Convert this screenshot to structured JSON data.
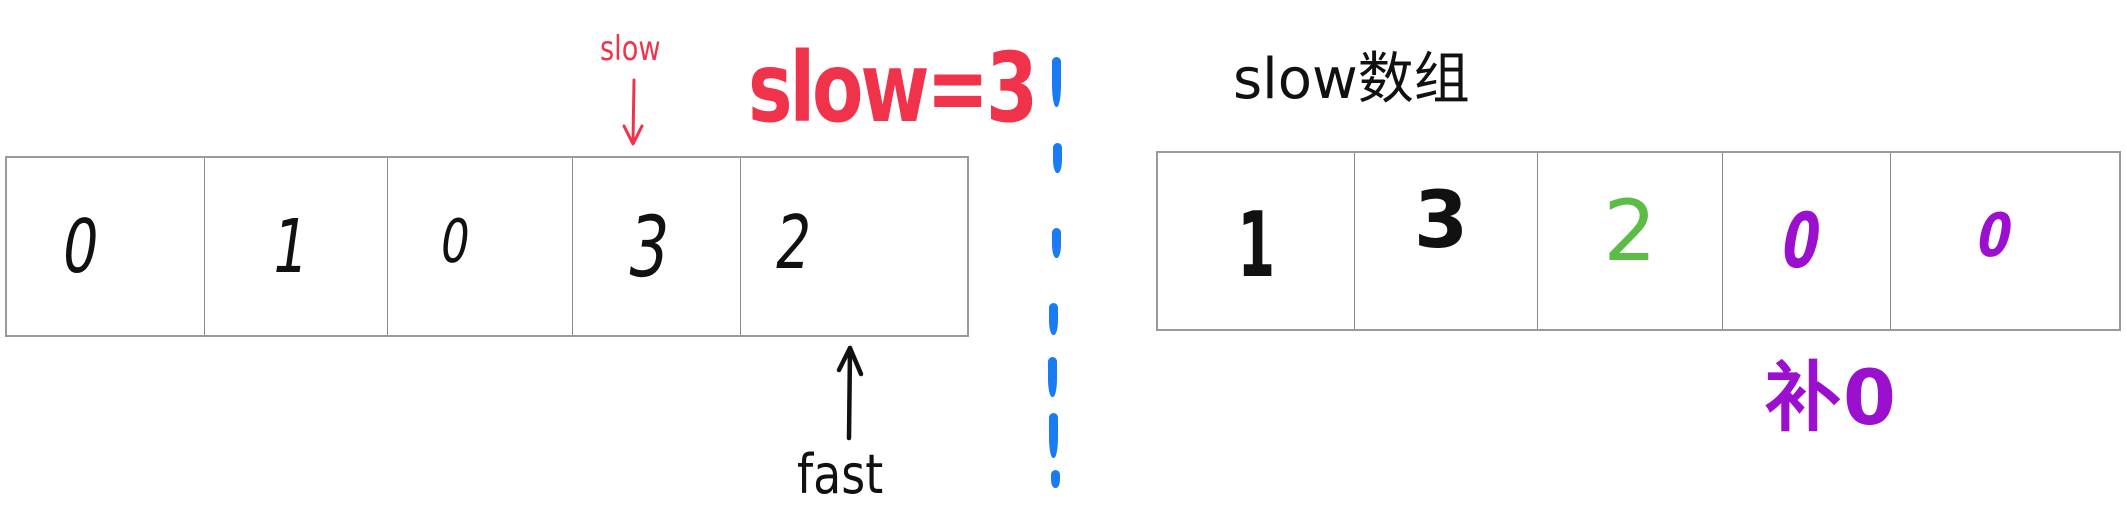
{
  "left_array": {
    "values": [
      "0",
      "1",
      "0",
      "3",
      "2"
    ],
    "color": "#111111"
  },
  "pointers": {
    "slow_label": "slow",
    "slow_color": "#f0334a",
    "slow_equation": "slow=3",
    "fast_label": "fast",
    "fast_color": "#111111"
  },
  "divider": {
    "color": "#1a7cf5",
    "style": "dashed"
  },
  "right_array": {
    "title": "slow数组",
    "values": [
      {
        "value": "1",
        "color": "#111111"
      },
      {
        "value": "3",
        "color": "#111111"
      },
      {
        "value": "2",
        "color": "#5bbd45"
      },
      {
        "value": "0",
        "color": "#9b0fcf"
      },
      {
        "value": "0",
        "color": "#9b0fcf"
      }
    ],
    "annotation": "补0",
    "annotation_color": "#9b0fcf"
  }
}
